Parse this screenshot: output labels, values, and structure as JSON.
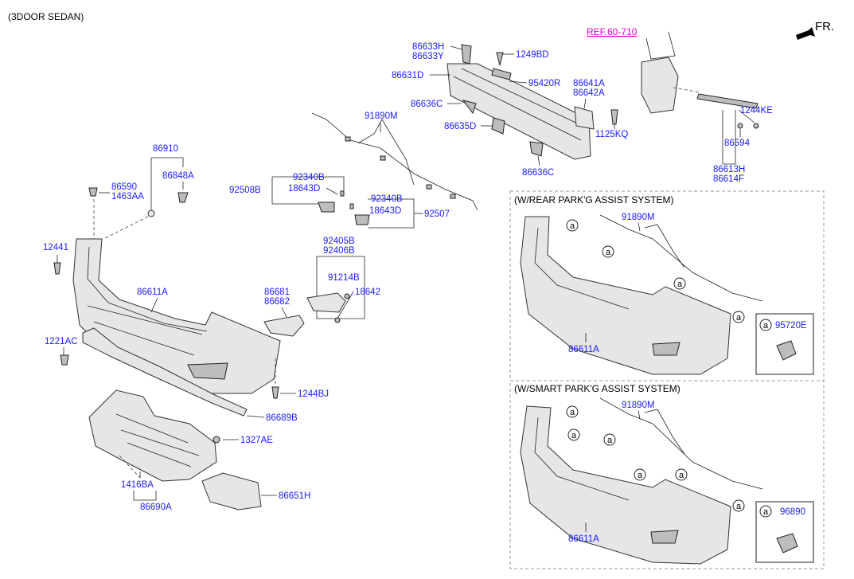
{
  "header": {
    "variant": "(3DOOR SEDAN)",
    "ref_link": "REF.60-710",
    "direction": "FR."
  },
  "panels": {
    "rear_assist": {
      "title": "(W/REAR PARK'G ASSIST SYSTEM)",
      "callout_letter": "a",
      "callout_part": "95720E",
      "bumper_part": "86611A",
      "harness_part": "91890M"
    },
    "smart_assist": {
      "title": "(W/SMART PARK'G ASSIST SYSTEM)",
      "callout_letter": "a",
      "callout_part": "96890",
      "bumper_part": "86611A",
      "harness_part": "91890M"
    }
  },
  "marker_letter": "a",
  "labels": {
    "p86633H": "86633H",
    "p86633Y": "86633Y",
    "p1249BD": "1249BD",
    "p86631D": "86631D",
    "p95420R": "95420R",
    "p86641A": "86641A",
    "p86642A": "86642A",
    "p86636C_a": "86636C",
    "p86635D": "86635D",
    "p86636C_b": "86636C",
    "p1125KQ": "1125KQ",
    "p91890M": "91890M",
    "p1244KE": "1244KE",
    "p86594": "86594",
    "p86613H": "86613H",
    "p86614F": "86614F",
    "p86910": "86910",
    "p86848A": "86848A",
    "p86590": "86590",
    "p1463AA": "1463AA",
    "p92340B_a": "92340B",
    "p18643D_a": "18643D",
    "p92508B": "92508B",
    "p92340B_b": "92340B",
    "p18643D_b": "18643D",
    "p92507": "92507",
    "p12441": "12441",
    "p92405B": "92405B",
    "p92406B": "92406B",
    "p91214B": "91214B",
    "p18642": "18642",
    "p86681": "86681",
    "p86682": "86682",
    "p86611A": "86611A",
    "p1221AC": "1221AC",
    "p1244BJ": "1244BJ",
    "p86689B": "86689B",
    "p1327AE": "1327AE",
    "p1416BA": "1416BA",
    "p86690A": "86690A",
    "p86651H": "86651H"
  },
  "colors": {
    "label": "#1a1aff",
    "ref": "#e000c8",
    "line": "#222222"
  }
}
